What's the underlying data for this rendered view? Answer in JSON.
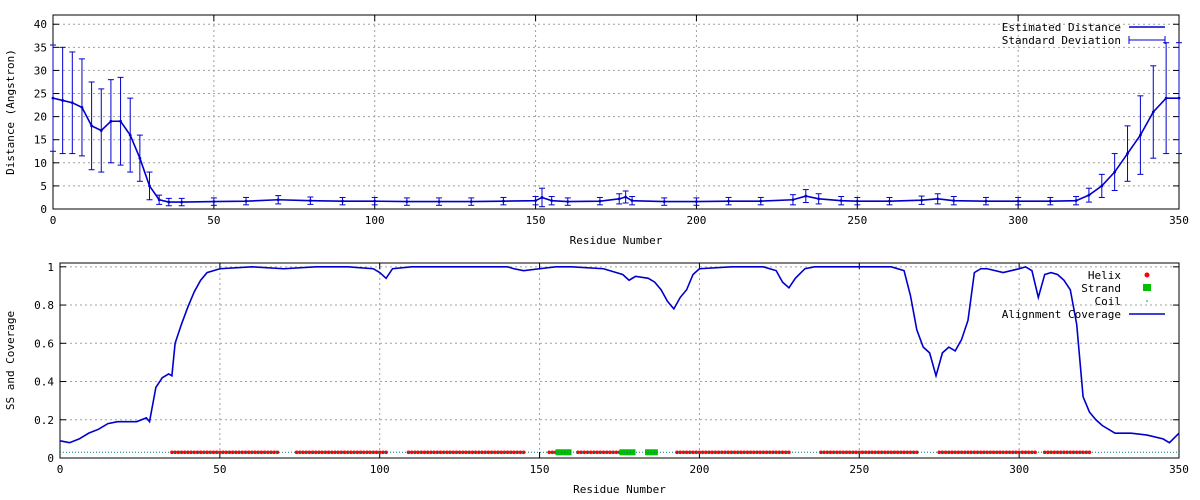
{
  "chart_data": [
    {
      "type": "line",
      "xlabel": "Residue Number",
      "ylabel": "Distance (Angstron)",
      "xlim": [
        0,
        350
      ],
      "ylim": [
        0,
        42
      ],
      "xticks": [
        0,
        50,
        100,
        150,
        200,
        250,
        300,
        350
      ],
      "yticks": [
        0,
        5,
        10,
        15,
        20,
        25,
        30,
        35,
        40
      ],
      "grid": true,
      "legend_position": "top-right",
      "series": [
        {
          "name": "Estimated Distance",
          "kind": "line",
          "color": "#0000cc",
          "x": [
            0,
            3,
            6,
            9,
            12,
            15,
            18,
            21,
            24,
            27,
            30,
            33,
            36,
            40,
            50,
            60,
            70,
            80,
            90,
            100,
            110,
            120,
            130,
            140,
            150,
            152,
            155,
            160,
            170,
            176,
            178,
            180,
            190,
            200,
            210,
            220,
            230,
            234,
            238,
            245,
            250,
            260,
            270,
            275,
            280,
            290,
            300,
            310,
            318,
            322,
            326,
            330,
            334,
            338,
            342,
            346,
            350
          ],
          "values": [
            24,
            23.5,
            23,
            22,
            18,
            17,
            19,
            19,
            16,
            11,
            5,
            2,
            1.5,
            1.5,
            1.6,
            1.7,
            2,
            1.8,
            1.7,
            1.7,
            1.6,
            1.6,
            1.6,
            1.7,
            1.8,
            2.5,
            1.8,
            1.6,
            1.7,
            2.2,
            2.6,
            1.8,
            1.6,
            1.6,
            1.7,
            1.7,
            2,
            2.8,
            2.2,
            1.8,
            1.7,
            1.7,
            1.9,
            2.2,
            1.8,
            1.7,
            1.7,
            1.7,
            1.8,
            3,
            5,
            8,
            12,
            16,
            21,
            24,
            24
          ]
        },
        {
          "name": "Standard Deviation",
          "kind": "errorbar",
          "color": "#0000cc",
          "x": [
            0,
            3,
            6,
            9,
            12,
            15,
            18,
            21,
            24,
            27,
            30,
            33,
            36,
            40,
            50,
            60,
            70,
            80,
            90,
            100,
            110,
            120,
            130,
            140,
            150,
            152,
            155,
            160,
            170,
            176,
            178,
            180,
            190,
            200,
            210,
            220,
            230,
            234,
            238,
            245,
            250,
            260,
            270,
            275,
            280,
            290,
            300,
            310,
            318,
            322,
            326,
            330,
            334,
            338,
            342,
            346,
            350
          ],
          "err": [
            11.5,
            11.5,
            11,
            10.5,
            9.5,
            9,
            9,
            9.5,
            8,
            5,
            3,
            1,
            0.8,
            0.8,
            0.8,
            0.8,
            0.9,
            0.8,
            0.8,
            0.8,
            0.8,
            0.8,
            0.8,
            0.8,
            0.9,
            2,
            0.9,
            0.8,
            0.8,
            1.1,
            1.3,
            0.9,
            0.8,
            0.8,
            0.8,
            0.8,
            1.1,
            1.4,
            1.1,
            0.9,
            0.8,
            0.8,
            0.9,
            1.1,
            0.9,
            0.8,
            0.8,
            0.8,
            0.9,
            1.5,
            2.5,
            4,
            6,
            8.5,
            10,
            12,
            12
          ]
        }
      ]
    },
    {
      "type": "line",
      "xlabel": "Residue Number",
      "ylabel": "SS and Coverage",
      "xlim": [
        0,
        350
      ],
      "ylim": [
        0,
        1.02
      ],
      "xticks": [
        0,
        50,
        100,
        150,
        200,
        250,
        300,
        350
      ],
      "yticks": [
        0,
        0.2,
        0.4,
        0.6,
        0.8,
        1
      ],
      "grid": true,
      "legend_position": "top-right",
      "series": [
        {
          "name": "Helix",
          "kind": "segments",
          "color": "#ff0000",
          "y": 0.03,
          "ranges": [
            [
              35,
              68
            ],
            [
              74,
              102
            ],
            [
              109,
              143
            ],
            [
              144,
              145
            ],
            [
              153,
              156
            ],
            [
              162,
              175
            ],
            [
              193,
              228
            ],
            [
              238,
              268
            ],
            [
              275,
              305
            ],
            [
              308,
              322
            ]
          ]
        },
        {
          "name": "Strand",
          "kind": "segments",
          "color": "#00c000",
          "y": 0.03,
          "ranges": [
            [
              155,
              160
            ],
            [
              175,
              180
            ],
            [
              183,
              187
            ]
          ]
        },
        {
          "name": "Coil",
          "kind": "line",
          "color": "#008080",
          "y": 0.03,
          "range": [
            0,
            350
          ]
        },
        {
          "name": "Alignment Coverage",
          "kind": "line",
          "color": "#0000cc",
          "x": [
            0,
            3,
            6,
            9,
            12,
            15,
            18,
            21,
            24,
            27,
            28,
            30,
            32,
            34,
            35,
            36,
            38,
            40,
            42,
            44,
            46,
            50,
            60,
            70,
            80,
            90,
            98,
            100,
            102,
            104,
            110,
            120,
            130,
            140,
            142,
            145,
            150,
            155,
            160,
            170,
            176,
            178,
            180,
            184,
            186,
            188,
            190,
            192,
            194,
            196,
            198,
            200,
            210,
            220,
            224,
            226,
            228,
            230,
            233,
            236,
            240,
            250,
            260,
            264,
            266,
            268,
            270,
            272,
            274,
            276,
            278,
            280,
            282,
            284,
            286,
            288,
            290,
            295,
            300,
            302,
            304,
            306,
            308,
            310,
            312,
            314,
            316,
            318,
            320,
            322,
            324,
            326,
            330,
            335,
            340,
            345,
            347,
            350
          ],
          "values": [
            0.09,
            0.08,
            0.1,
            0.13,
            0.15,
            0.18,
            0.19,
            0.19,
            0.19,
            0.21,
            0.19,
            0.37,
            0.42,
            0.44,
            0.43,
            0.6,
            0.7,
            0.79,
            0.87,
            0.93,
            0.97,
            0.99,
            1,
            0.99,
            1,
            1,
            0.99,
            0.97,
            0.94,
            0.99,
            1,
            1,
            1,
            1,
            0.99,
            0.98,
            0.99,
            1,
            1,
            0.99,
            0.96,
            0.93,
            0.95,
            0.94,
            0.92,
            0.88,
            0.82,
            0.78,
            0.84,
            0.88,
            0.96,
            0.99,
            1,
            1,
            0.98,
            0.92,
            0.89,
            0.94,
            0.99,
            1,
            1,
            1,
            1,
            0.98,
            0.85,
            0.67,
            0.58,
            0.55,
            0.43,
            0.55,
            0.58,
            0.56,
            0.62,
            0.72,
            0.97,
            0.99,
            0.99,
            0.97,
            0.99,
            1,
            0.98,
            0.84,
            0.96,
            0.97,
            0.96,
            0.93,
            0.88,
            0.7,
            0.32,
            0.24,
            0.2,
            0.17,
            0.13,
            0.13,
            0.12,
            0.1,
            0.08,
            0.13
          ]
        }
      ]
    }
  ]
}
